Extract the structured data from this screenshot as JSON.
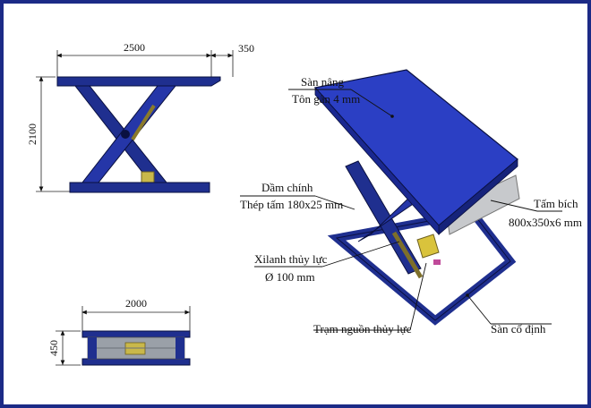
{
  "side_view": {
    "width_dim": "2500",
    "overhang_dim": "350",
    "height_dim": "2100"
  },
  "bottom_view": {
    "width_dim": "2000",
    "height_dim": "450"
  },
  "callouts": {
    "platform": "Sàn nâng",
    "platform_sub": "Tôn gân 4 mm",
    "main_beam": "Dầm chính",
    "main_beam_sub": "Thép tấm 180x25 mm",
    "cylinder": "Xilanh thủy lực",
    "cylinder_sub": "Ø 100 mm",
    "plate": "Tấm bích",
    "plate_sub": "800x350x6 mm",
    "power_unit": "Trạm nguồn thủy lực",
    "base_frame": "Sàn cố định"
  },
  "colors": {
    "frame_border": "#1c2a86",
    "steel_blue": "#1f2f8f",
    "platform_blue": "#2b3fc4"
  }
}
